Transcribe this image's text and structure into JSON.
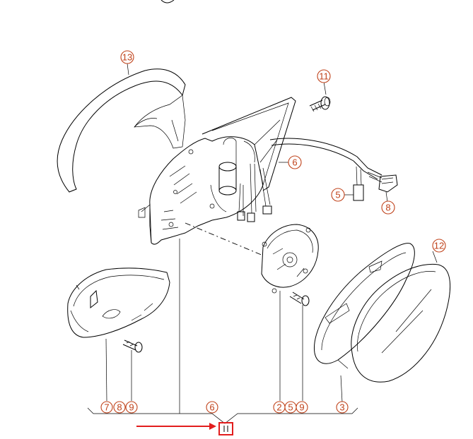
{
  "callouts": {
    "c13": "13",
    "c11": "11",
    "c6_top": "6",
    "c5_top": "5",
    "c8_top": "8",
    "c12": "12",
    "b7": "7",
    "b8": "8",
    "b9a": "9",
    "b6": "6",
    "b2": "2",
    "b5": "5",
    "b9b": "9",
    "b3": "3"
  },
  "colors": {
    "callout": "#c0421a",
    "arrow": "#e21d1d",
    "line": "#000000"
  },
  "icons": {
    "arrow": "arrow-right-icon",
    "marker": "highlight-box-icon"
  }
}
